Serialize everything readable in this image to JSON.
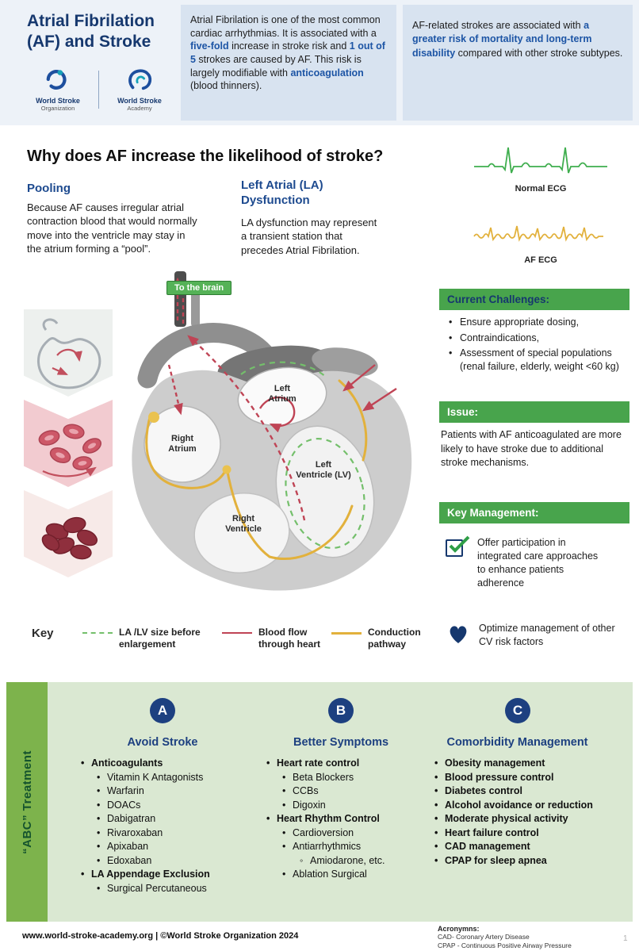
{
  "header": {
    "title": "Atrial Fibrilation\n(AF) and Stroke",
    "logos": [
      {
        "name": "World Stroke",
        "sub": "Organization"
      },
      {
        "name": "World Stroke",
        "sub": "Academy"
      }
    ],
    "intro": {
      "s1": "Atrial Fibrilation is one of the most common cardiac arrhythmias. It is associated with a ",
      "h1": "five-fold",
      "s2": " increase in stroke risk and ",
      "h2": "1 out of 5",
      "s3": " strokes are caused by AF. This risk is largely modifiable with ",
      "h3": "anticoagulation",
      "s4": " (blood thinners)."
    },
    "side_note": {
      "s1": "AF-related strokes are associated with ",
      "h1": "a greater risk of mortality and long-term disability",
      "s2": " compared with other stroke subtypes."
    }
  },
  "main": {
    "heading": "Why does AF increase the likelihood of stroke?",
    "pooling_title": "Pooling",
    "pooling_text": "Because AF causes irregular atrial contraction blood that would normally move into the ventricle may stay in the atrium forming a “pool”.",
    "la_title": "Left Atrial (LA)\nDysfunction",
    "la_text": "LA dysfunction may represent a transient station that precedes Atrial Fibrilation.",
    "ecg_normal_label": "Normal ECG",
    "ecg_af_label": "AF ECG",
    "heart": {
      "to_brain": "To the brain",
      "left_atrium": "Left\nAtrium",
      "right_atrium": "Right\nAtrium",
      "left_ventricle": "Left\nVentricle (LV)",
      "right_ventricle": "Right\nVentricle"
    },
    "key": {
      "title": "Key",
      "items": [
        "LA /LV size before\nenlargement",
        "Blood flow\nthrough heart",
        "Conduction\npathway"
      ]
    }
  },
  "sidebar": {
    "challenges_title": "Current Challenges:",
    "challenges": [
      "Ensure appropriate dosing,",
      "Contraindications,",
      "Assessment of special populations (renal failure, elderly, weight <60 kg)"
    ],
    "issue_title": "Issue:",
    "issue_text": "Patients with AF anticoagulated are more likely to have stroke due to additional stroke mechanisms.",
    "management_title": "Key Management:",
    "management": [
      "Offer participation in integrated care approaches to enhance patients adherence",
      "Optimize management of other CV risk factors"
    ]
  },
  "abc": {
    "side_label": "“ABC” Treatment",
    "columns": [
      {
        "badge": "A",
        "title": "Avoid Stroke",
        "items": [
          "Anticoagulants",
          "Vitamin K Antagonists",
          "Warfarin",
          "DOACs",
          "Dabigatran",
          "Rivaroxaban",
          "Apixaban",
          "Edoxaban",
          "LA Appendage Exclusion",
          "Surgical Percutaneous"
        ]
      },
      {
        "badge": "B",
        "title": "Better Symptoms",
        "items": [
          "Heart rate control",
          "Beta Blockers",
          "CCBs",
          "Digoxin",
          "Heart Rhythm Control",
          "Cardioversion",
          "Antiarrhythmics",
          "Amiodarone, etc.",
          "Ablation Surgical"
        ]
      },
      {
        "badge": "C",
        "title": "Comorbidity Management",
        "items": [
          "Obesity management",
          "Blood pressure control",
          "Diabetes control",
          "Alcohol avoidance or reduction",
          "Moderate physical activity",
          "Heart failure control",
          "CAD management",
          "CPAP for sleep apnea"
        ]
      }
    ]
  },
  "footer": {
    "left": "www.world-stroke-academy.org | ©World Stroke Organization 2024",
    "acronyms_title": "Acronymns:",
    "acronyms": [
      "CAD- Coronary Artery Disease",
      "CPAP - Continuous Positive Airway Pressure"
    ],
    "page": "1"
  },
  "colors": {
    "navy": "#16386e",
    "green": "#48a44c",
    "ecg_normal": "#3fae4e",
    "ecg_af": "#e2b13c",
    "flow_red": "#bf4455",
    "dashed_green": "#74bf6b"
  }
}
